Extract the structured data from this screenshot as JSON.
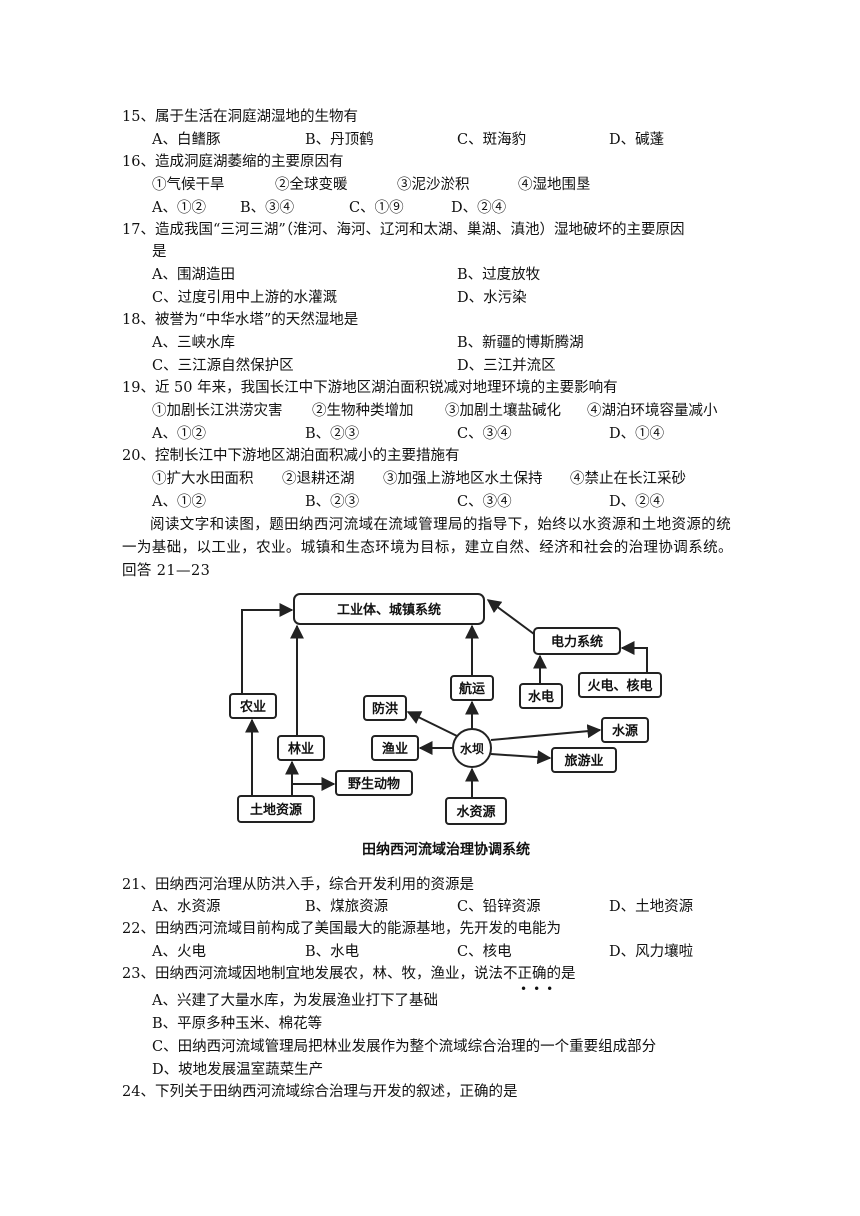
{
  "q15": {
    "stem": "15、属于生活在洞庭湖湿地的生物有",
    "options": [
      "A、白鳍豚",
      "B、丹顶鹤",
      "C、斑海豹",
      "D、碱蓬"
    ]
  },
  "q16": {
    "stem": "16、造成洞庭湖萎缩的主要原因有",
    "items": [
      "①气候干旱",
      "②全球变暖",
      "③泥沙淤积",
      "④湿地围垦"
    ],
    "options": [
      "A、①②",
      "B、③④",
      "C、①⑨",
      "D、②④"
    ]
  },
  "q17": {
    "stem1": "17、造成我国“三河三湖”（淮河、海河、辽河和太湖、巢湖、滇池）湿地破坏的主要原因",
    "stem2": "是",
    "options": [
      "A、围湖造田",
      "B、过度放牧",
      "C、过度引用中上游的水灌溉",
      "D、水污染"
    ]
  },
  "q18": {
    "stem": "18、被誉为“中华水塔”的天然湿地是",
    "options": [
      "A、三峡水库",
      "B、新疆的博斯腾湖",
      "C、三江源自然保护区",
      "D、三江并流区"
    ]
  },
  "q19": {
    "stem": "19、近 50 年来，我国长江中下游地区湖泊面积锐减对地理环境的主要影响有",
    "items": [
      "①加剧长江洪涝灾害",
      "②生物种类增加",
      "③加剧土壤盐碱化",
      "④湖泊环境容量减小"
    ],
    "options": [
      "A、①②",
      "B、②③",
      "C、③④",
      "D、①④"
    ]
  },
  "q20": {
    "stem": "20、控制长江中下游地区湖泊面积减小的主要措施有",
    "items": [
      "①扩大水田面积",
      "②退耕还湖",
      "③加强上游地区水土保持",
      "④禁止在长江采砂"
    ],
    "options": [
      "A、①②",
      "B、②③",
      "C、③④",
      "D、②④"
    ]
  },
  "reading": "阅读文字和读图，题田纳西河流域在流域管理局的指导下，始终以水资源和土地资源的统一为基础，以工业，农业。城镇和生态环境为目标，建立自然、经济和社会的治理协调系统。回答 21—23",
  "diagram": {
    "industry": "工业体、城镇系统",
    "power": "电力系统",
    "hydro": "水电",
    "thermal": "火电、核电",
    "shipping": "航运",
    "agriculture": "农业",
    "flood": "防洪",
    "water_source": "水源",
    "dam": "水坝",
    "fishery": "渔业",
    "tourism": "旅游业",
    "forestry": "林业",
    "wildlife": "野生动物",
    "land": "土地资源",
    "water": "水资源",
    "caption": "田纳西河流域治理协调系统"
  },
  "q21": {
    "stem": "21、田纳西河治理从防洪入手，综合开发利用的资源是",
    "options": [
      "A、水资源",
      "B、煤旅资源",
      "C、铅锌资源",
      "D、土地资源"
    ]
  },
  "q22": {
    "stem": "22、田纳西河流域目前构成了美国最大的能源基地，先开发的电能为",
    "options": [
      "A、火电",
      "B、水电",
      "C、核电",
      "D、风力壤啦"
    ]
  },
  "q23": {
    "stem": "23、田纳西河流域因地制宜地发展农，林、牧，渔业，说法不正确的是",
    "options": [
      "A、兴建了大量水库，为发展渔业打下了基础",
      "B、平原多种玉米、棉花等",
      "C、田纳西河流域管理局把林业发展作为整个流域综合治理的一个重要组成部分",
      "D、坡地发展温室蔬菜生产"
    ]
  },
  "q24": {
    "stem": "24、下列关于田纳西河流域综合治理与开发的叙述，正确的是"
  }
}
